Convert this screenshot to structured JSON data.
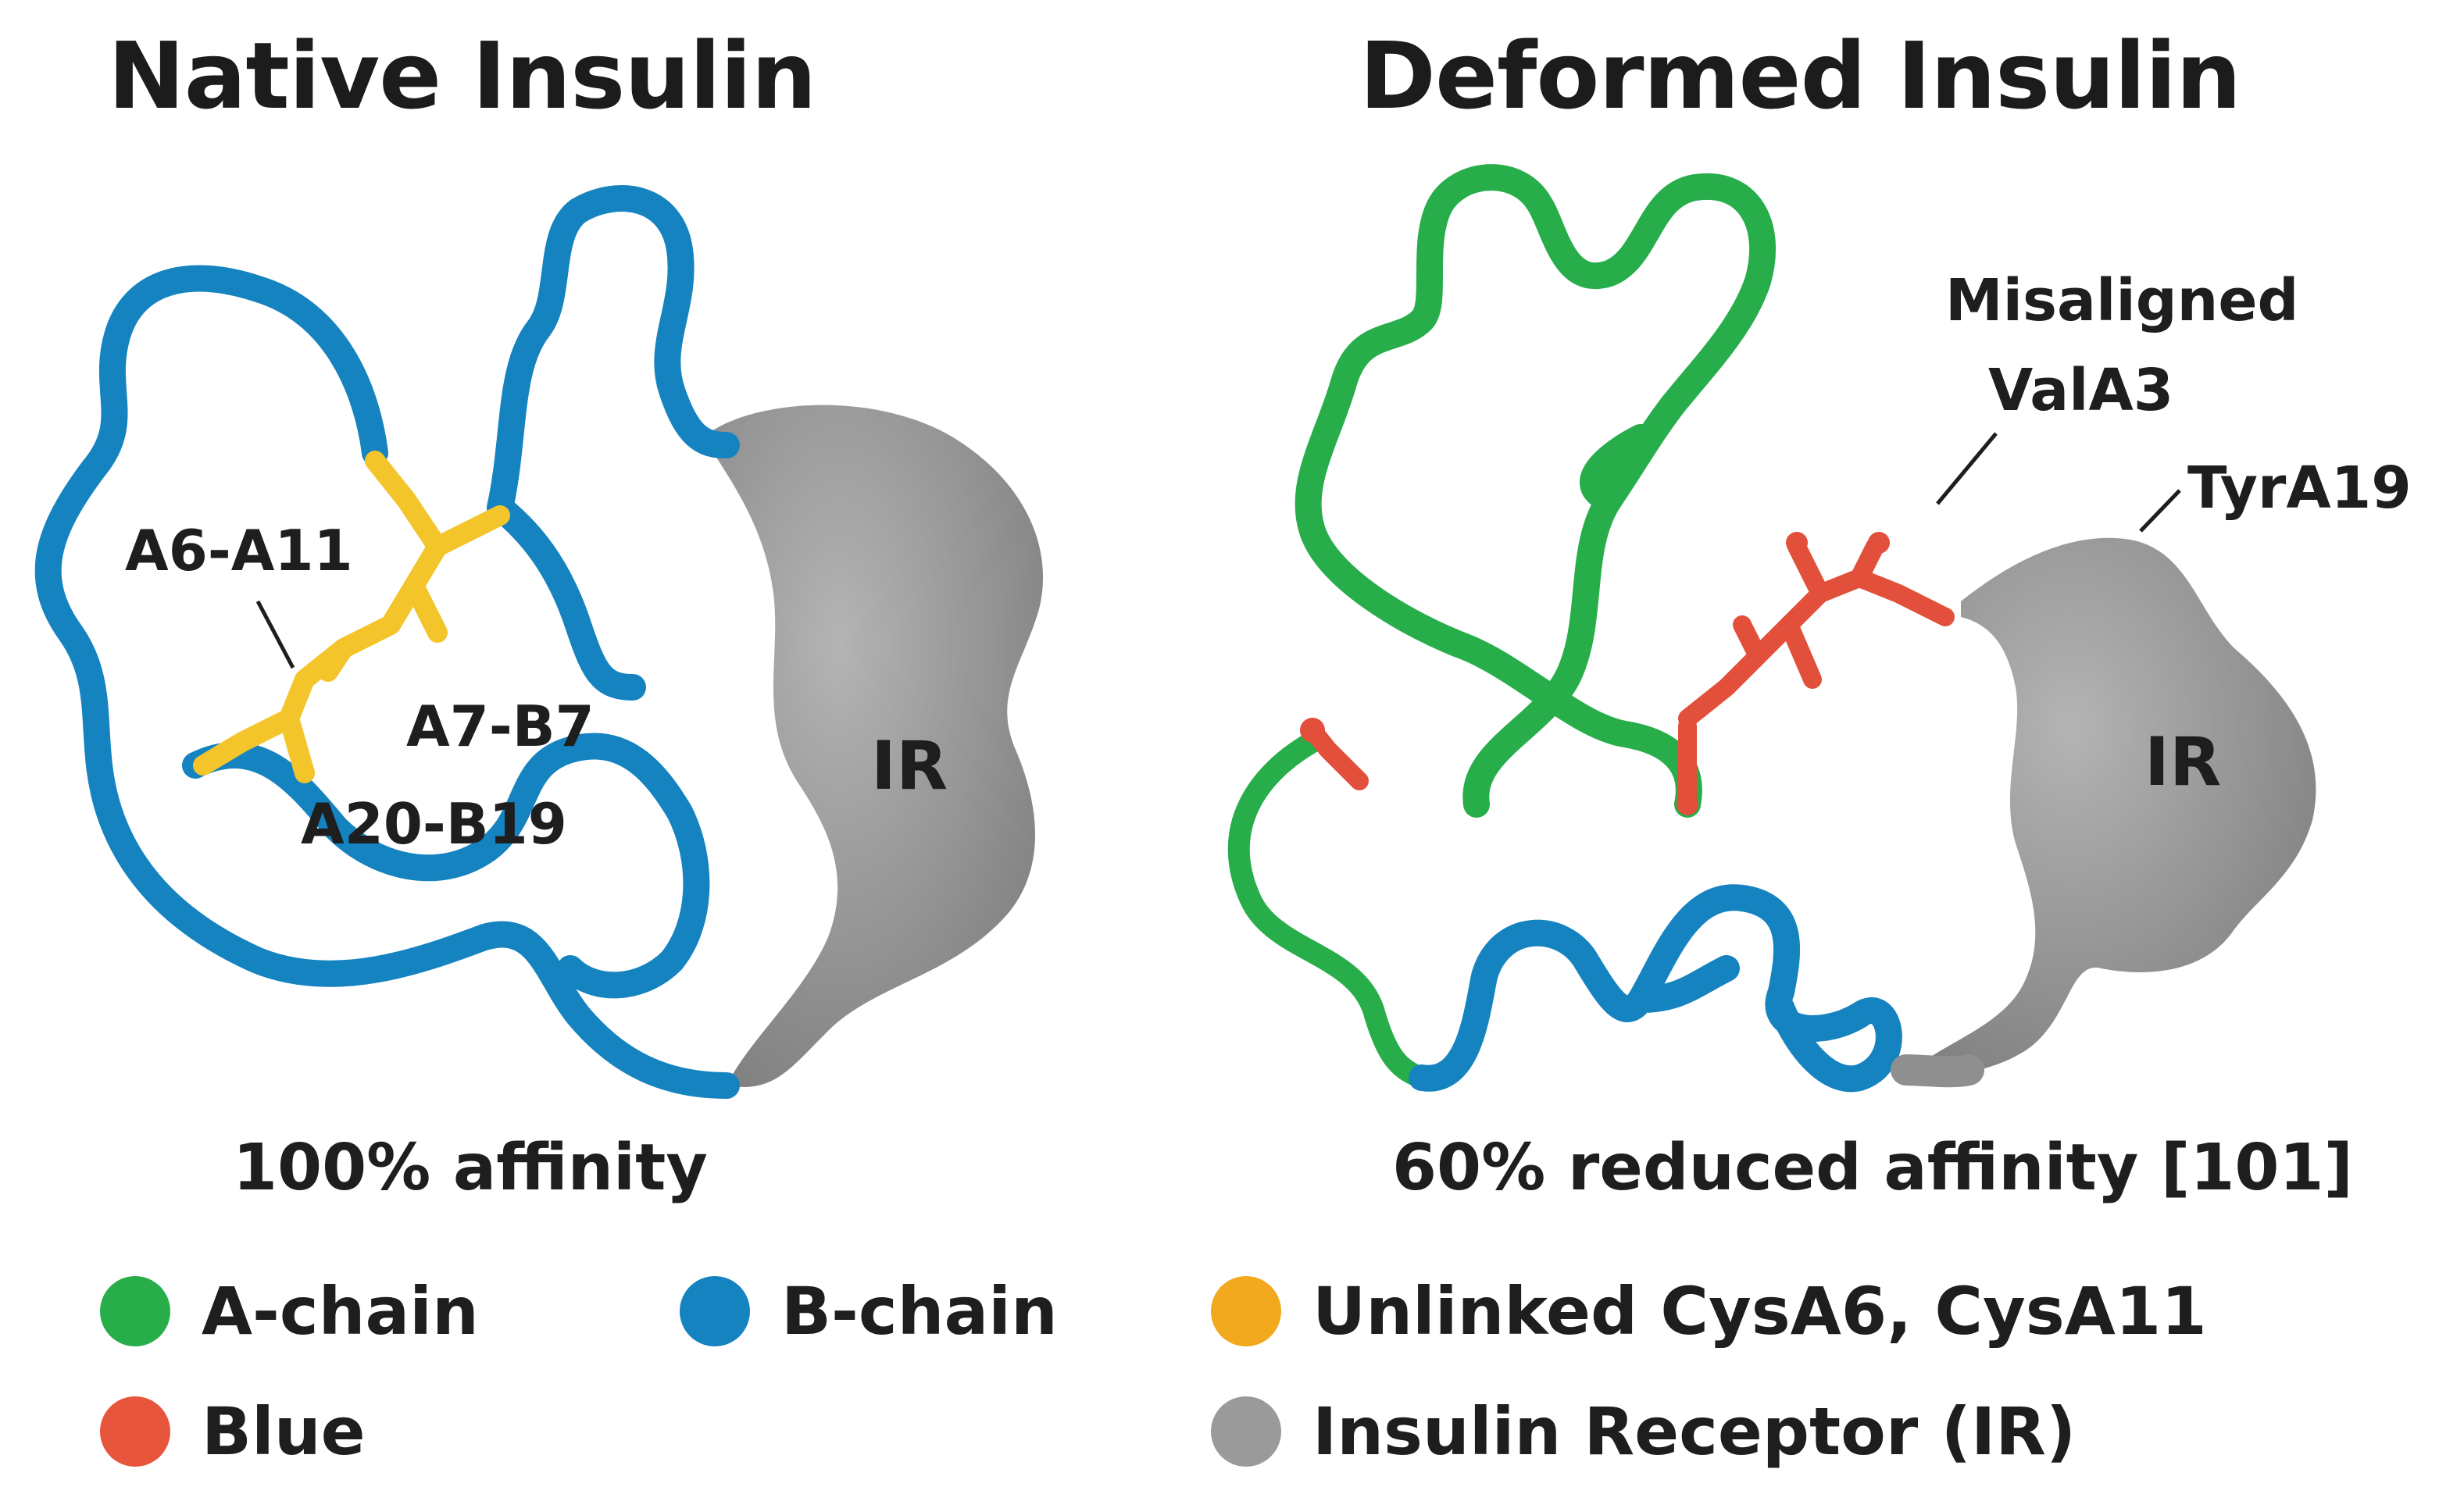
{
  "native": {
    "title": "Native Insulin",
    "bond_labels": [
      "A6-A11",
      "A7-B7",
      "A20-B19"
    ],
    "receptor_label": "IR",
    "caption": "100% affinity"
  },
  "deformed": {
    "title": "Deformed Insulin",
    "residue_labels": [
      "Misaligned",
      "ValA3",
      "TyrA19"
    ],
    "receptor_label": "IR",
    "caption": "60% reduced affinity [101]"
  },
  "legend": [
    {
      "label": "A-chain",
      "color": "#27ae4a"
    },
    {
      "label": "B-chain",
      "color": "#1583c0"
    },
    {
      "label": "Unlinked CysA6, CysA11",
      "color": "#f2a91e"
    },
    {
      "label": "Blue",
      "color": "#e8553d"
    },
    {
      "label": "Insulin Receptor (IR)",
      "color": "#9a9a9a"
    }
  ],
  "colors": {
    "a_chain": "#27ae4a",
    "b_chain": "#1583c0",
    "disulfide": "#f3c52b",
    "residue": "#e2503b",
    "receptor": "#8f8f8f"
  }
}
